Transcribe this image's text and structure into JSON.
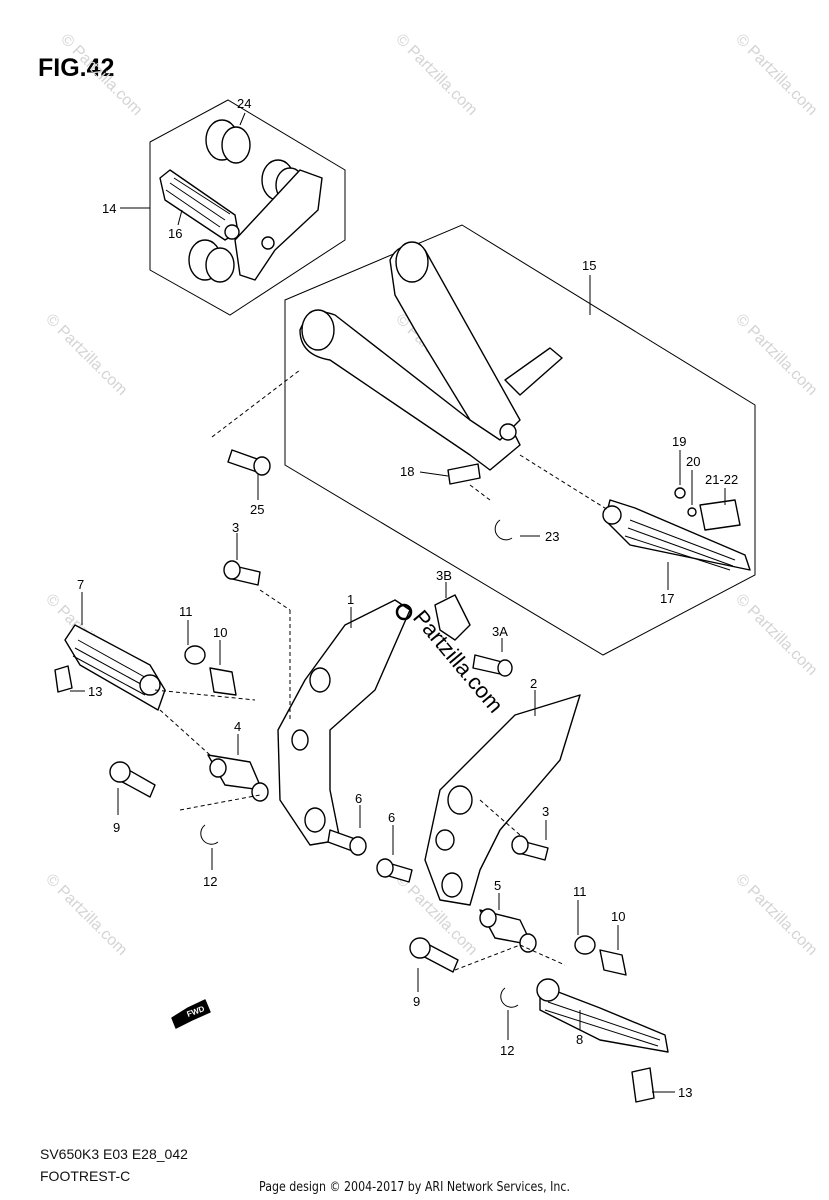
{
  "figure": {
    "title": "FIG.42",
    "model_code": "SV650K3 E03 E28_042",
    "diagram_name": "FOOTREST-C"
  },
  "footer": {
    "copyright": "Page design © 2004-2017 by ARI Network Services, Inc."
  },
  "watermark": {
    "main": "Partzilla.com",
    "faint": "© Partzilla.com"
  },
  "fwd_label": "FWD",
  "callouts": {
    "c1": "1",
    "c2": "2",
    "c3a": "3",
    "c3b": "3",
    "c3A": "3A",
    "c3B": "3B",
    "c4": "4",
    "c5": "5",
    "c6a": "6",
    "c6b": "6",
    "c7": "7",
    "c8": "8",
    "c9a": "9",
    "c9b": "9",
    "c10a": "10",
    "c10b": "10",
    "c11a": "11",
    "c11b": "11",
    "c12a": "12",
    "c12b": "12",
    "c13a": "13",
    "c13b": "13",
    "c14": "14",
    "c15": "15",
    "c16": "16",
    "c17": "17",
    "c18": "18",
    "c19": "19",
    "c20": "20",
    "c21_22": "21-22",
    "c23": "23",
    "c24": "24",
    "c25": "25"
  }
}
